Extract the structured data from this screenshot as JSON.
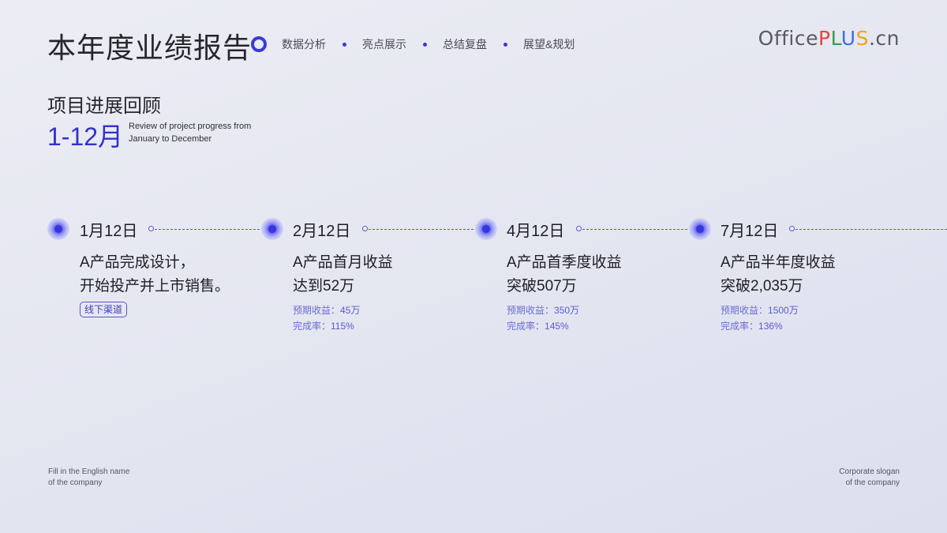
{
  "header": {
    "title": "本年度业绩报告",
    "nav": [
      "数据分析",
      "亮点展示",
      "总结复盘",
      "展望&规划"
    ],
    "logo": {
      "office": "Office",
      "p": "P",
      "l": "L",
      "u": "U",
      "s": "S",
      "cn": ".cn"
    }
  },
  "section": {
    "title": "项目进展回顾",
    "range": "1-12月",
    "desc_line1": "Review of project progress from",
    "desc_line2": "January to December"
  },
  "timeline": [
    {
      "date": "1月12日",
      "line1": "A产品完成设计，",
      "line2": "开始投产并上市销售。",
      "tag": "线下渠道"
    },
    {
      "date": "2月12日",
      "line1": "A产品首月收益",
      "line2": "达到52万",
      "expected_label": "预期收益：",
      "expected": "45万",
      "rate_label": "完成率：",
      "rate": "115%"
    },
    {
      "date": "4月12日",
      "line1": "A产品首季度收益",
      "line2": "突破507万",
      "expected_label": "预期收益：",
      "expected": "350万",
      "rate_label": "完成率：",
      "rate": "145%"
    },
    {
      "date": "7月12日",
      "line1": "A产品半年度收益",
      "line2": "突破2,035万",
      "expected_label": "预期收益：",
      "expected": "1500万",
      "rate_label": "完成率：",
      "rate": "136%"
    }
  ],
  "footer": {
    "left_line1": "Fill in the English name",
    "left_line2": "of the company",
    "right_line1": "Corporate slogan",
    "right_line2": "of the company"
  },
  "colors": {
    "accent": "#3a3ad8",
    "accent_text": "#3232c8",
    "background": "#e6e8f1"
  }
}
